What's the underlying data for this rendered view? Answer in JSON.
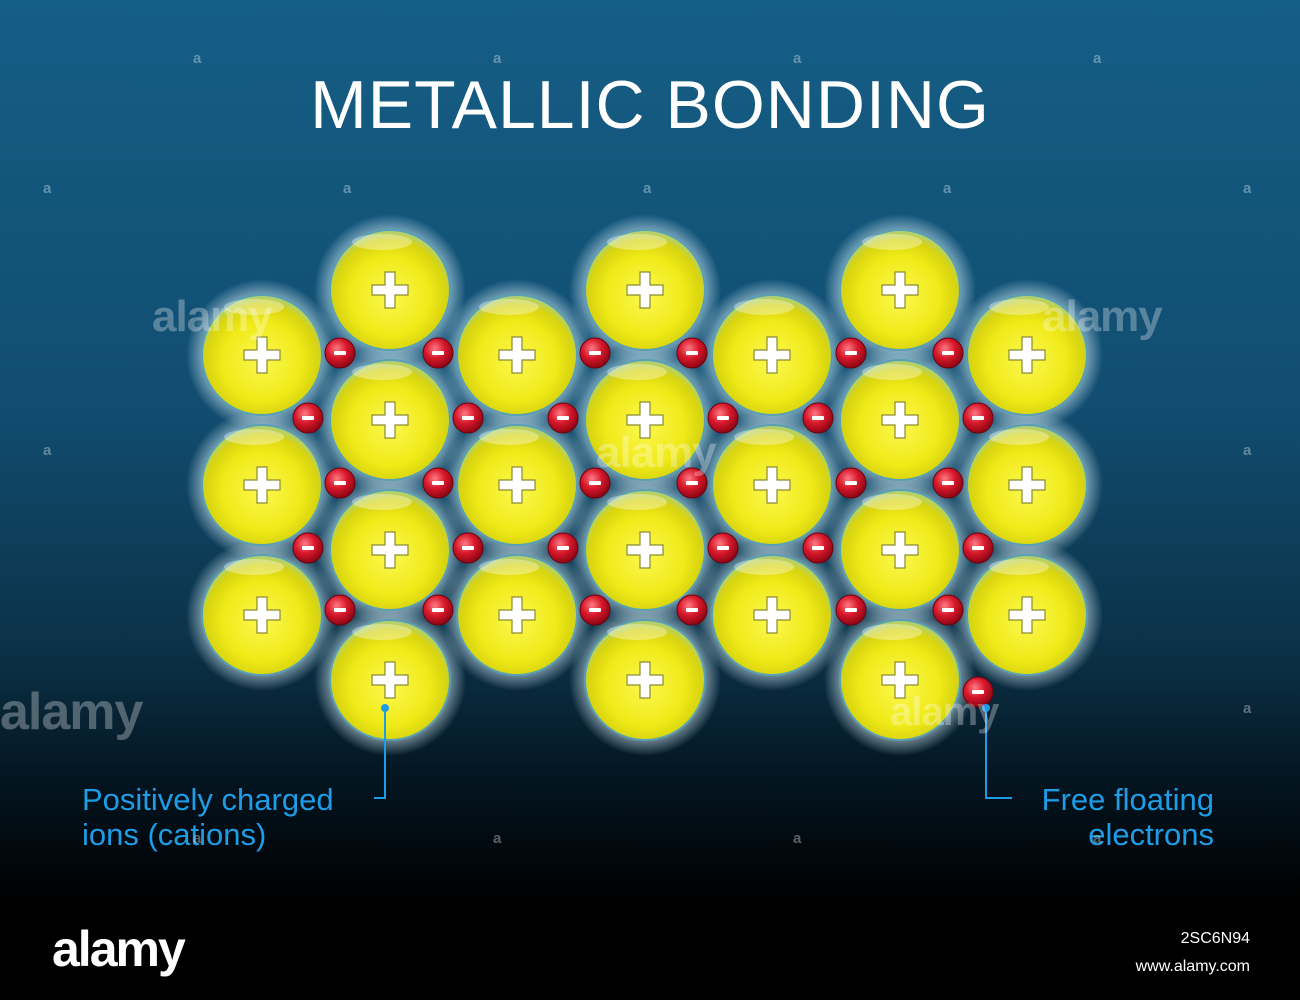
{
  "title": "METALLIC BONDING",
  "labels": {
    "cations_line1": "Positively charged",
    "cations_line2": "ions (cations)",
    "electrons_line1": "Free floating",
    "electrons_line2": "electrons"
  },
  "symbols": {
    "cation": "+",
    "electron": "−"
  },
  "colors": {
    "background_top": "#155e86",
    "background_bottom": "#000000",
    "cation_fill": "#f2ee1e",
    "electron_fill": "#d01226",
    "label_text": "#1e9ce6",
    "title_text": "#ffffff"
  },
  "watermark": {
    "logo": "alamy",
    "image_id": "2SC6N94",
    "url": "www.alamy.com"
  }
}
